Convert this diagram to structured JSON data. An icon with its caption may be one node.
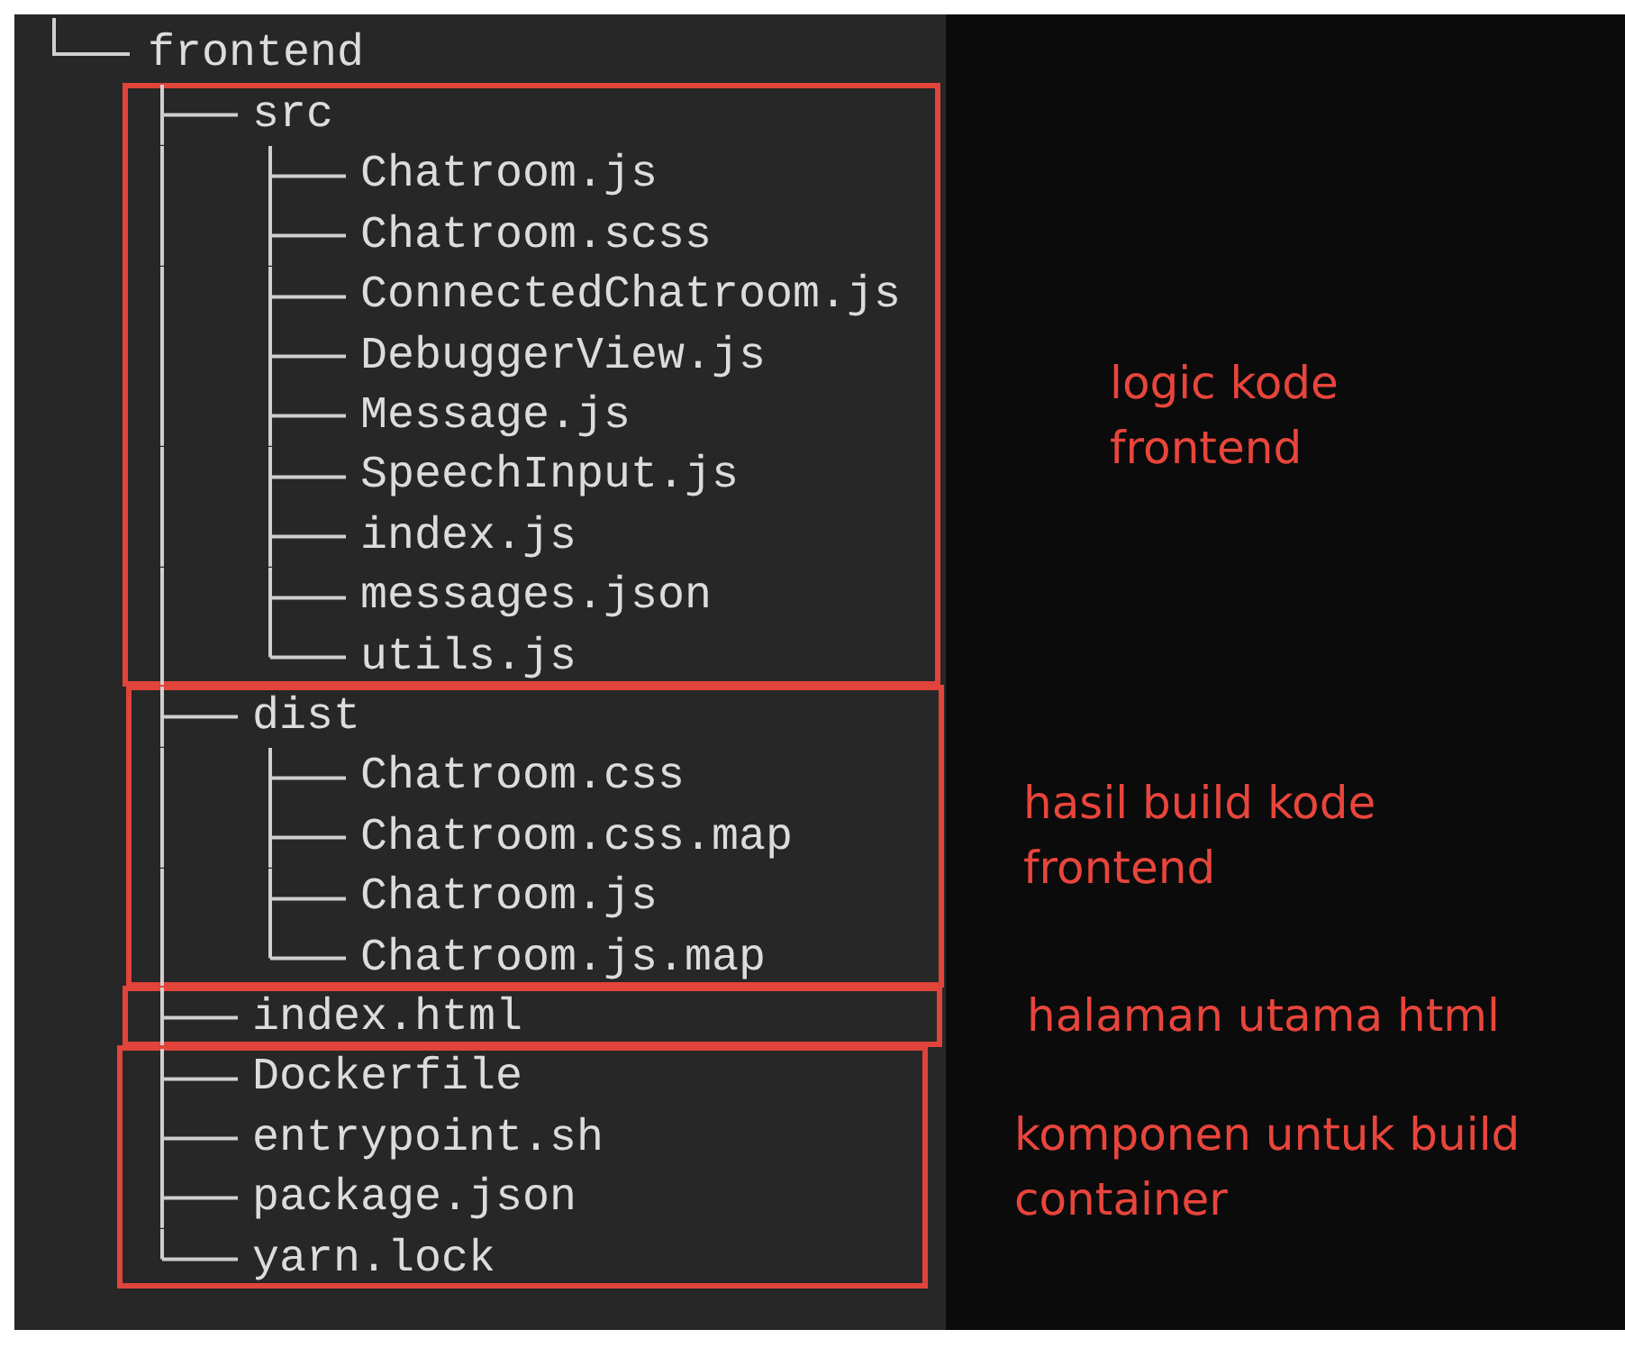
{
  "diagram": {
    "nodes": [
      {
        "text": [
          "src",
          "Chatroom.js",
          "Chatroom.scss",
          "ConnectedChatroom.js",
          "DebuggerView.js",
          "Message.js",
          "SpeechInput.js",
          "index.js",
          "messages.json",
          "utils.js"
        ],
        "beside": [
          "logic kode frontend"
        ]
      },
      {
        "text": [
          "dist",
          "Chatroom.css",
          "Chatroom.css.map",
          "Chatroom.js",
          "Chatroom.js.map"
        ],
        "beside": [
          "hasil build kode frontend"
        ]
      },
      {
        "text": [
          "index.html"
        ],
        "beside": [
          "halaman utama html"
        ]
      },
      {
        "text": [
          "Dockerfile",
          "entrypoint.sh",
          "package.json",
          "yarn.lock"
        ],
        "beside": [
          "komponen untuk build container"
        ]
      }
    ],
    "labels": [
      "frontend"
    ]
  }
}
